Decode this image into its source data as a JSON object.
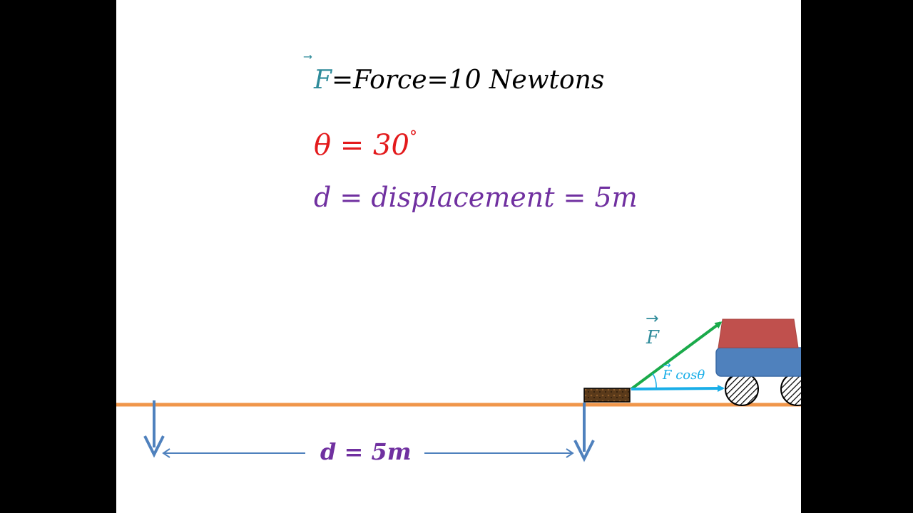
{
  "equations": {
    "force_symbol": "F",
    "force_text": "=Force=10 Newtons",
    "theta_symbol": "θ",
    "theta_text": " = 30",
    "theta_degree": "°",
    "disp_text": "d = displacement = 5m"
  },
  "diagram": {
    "force_label": "F",
    "component_label": "F cosθ",
    "distance_label": "d = 5m"
  },
  "colors": {
    "ground": "#f0964a",
    "force_arrow": "#1aaa4a",
    "component_arrow": "#19aee8",
    "marker_arrow": "#4f81bd",
    "box_top": "#c0504d",
    "box_body": "#4f81bd",
    "label_teal": "#2e8b9a",
    "label_purple": "#7030a0",
    "theta_red": "#e31a1c"
  }
}
